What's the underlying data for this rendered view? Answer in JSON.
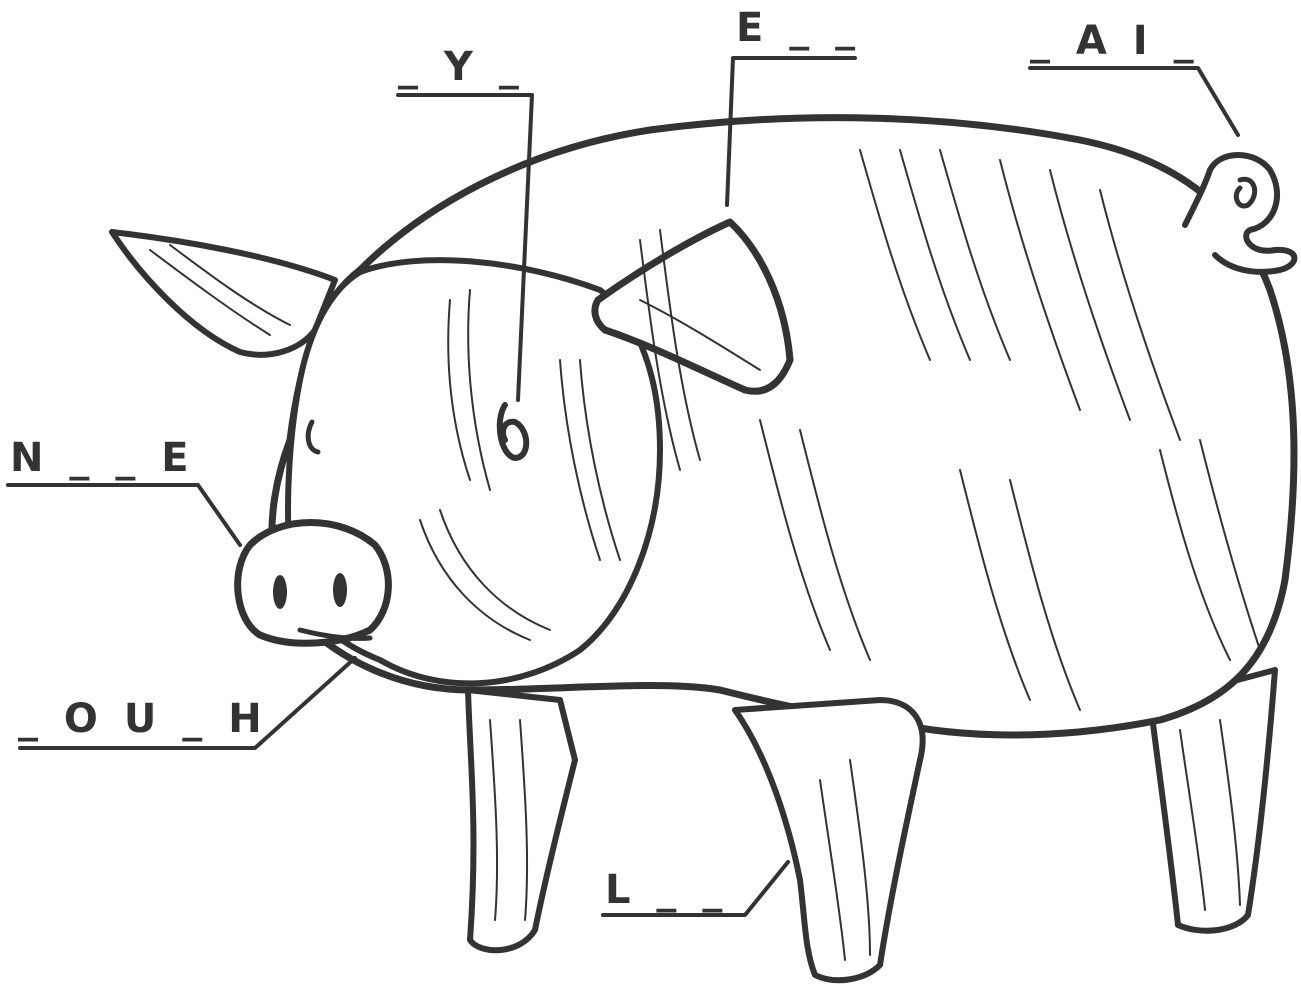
{
  "labels": {
    "eye": "_ Y _",
    "ear": "E _ _",
    "tail": "_ A I _",
    "nose": "N _ _ E",
    "mouth": "_ O U _ H",
    "leg": "L _ _"
  },
  "colors": {
    "ink": "#333333",
    "background": "#ffffff"
  }
}
